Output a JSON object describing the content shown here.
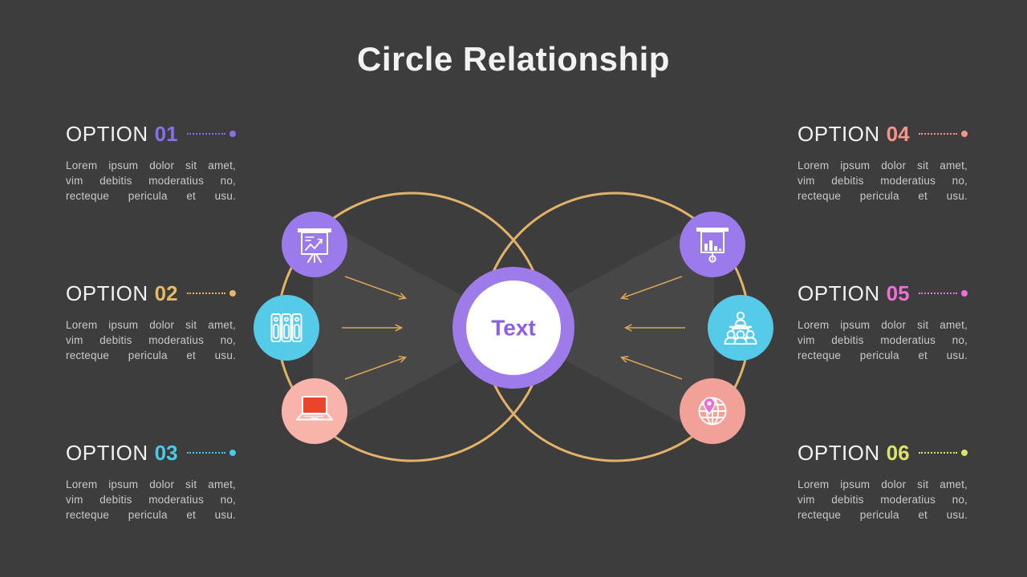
{
  "slide": {
    "title": "Circle Relationship",
    "background_color": "#3d3d3d",
    "title_color": "#f2f2f2"
  },
  "options": [
    {
      "prefix": "OPTION",
      "number": "01",
      "color": "#8a6fe8",
      "body_lines": [
        "Lorem ipsum dolor sit amet,",
        "vim debitis moderatius no,",
        "recteque pericula et usu."
      ]
    },
    {
      "prefix": "OPTION",
      "number": "02",
      "color": "#e3b969",
      "body_lines": [
        "Lorem ipsum dolor sit amet,",
        "vim debitis moderatius no,",
        "recteque pericula et usu."
      ]
    },
    {
      "prefix": "OPTION",
      "number": "03",
      "color": "#4ac9e9",
      "body_lines": [
        "Lorem ipsum dolor sit amet,",
        "vim debitis moderatius no,",
        "recteque pericula et usu."
      ]
    },
    {
      "prefix": "OPTION",
      "number": "04",
      "color": "#f4958b",
      "body_lines": [
        "Lorem ipsum dolor sit amet,",
        "vim debitis moderatius no,",
        "recteque pericula et usu."
      ]
    },
    {
      "prefix": "OPTION",
      "number": "05",
      "color": "#ee70d5",
      "body_lines": [
        "Lorem ipsum dolor sit amet,",
        "vim debitis moderatius no,",
        "recteque pericula et usu."
      ]
    },
    {
      "prefix": "OPTION",
      "number": "06",
      "color": "#dce26b",
      "body_lines": [
        "Lorem ipsum dolor sit amet,",
        "vim debitis moderatius no,",
        "recteque pericula et usu."
      ]
    }
  ],
  "diagram": {
    "center_label": "Text",
    "center_ring_color": "#9d7cea",
    "center_fill": "#ffffff",
    "center_text_color": "#8a5fe6",
    "circle_stroke_color": "#e2b269",
    "arrow_color": "#d9a558",
    "beam_color": "rgba(255,255,255,0.055)",
    "icons": [
      {
        "name": "flipchart-line-chart-icon",
        "bg": "#9b7aec"
      },
      {
        "name": "archive-binders-icon",
        "bg": "#55cbe9"
      },
      {
        "name": "laptop-icon",
        "bg": "#f8b3ab",
        "screen_color": "#e8452b"
      },
      {
        "name": "projector-screen-bar-chart-icon",
        "bg": "#9b7aec"
      },
      {
        "name": "speaker-podium-audience-icon",
        "bg": "#55cbe9"
      },
      {
        "name": "globe-location-pin-icon",
        "bg": "#f2a198",
        "pin_color": "#e86fd8"
      }
    ]
  }
}
